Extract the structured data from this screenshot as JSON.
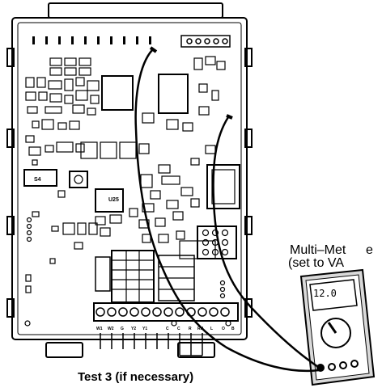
{
  "labels": {
    "multimeter_name": "Multi–Met",
    "multimeter_setting": "(set to VA",
    "multimeter_extra": "e",
    "caption": "Test 3 (if necessary)",
    "switch_label": "S4",
    "chip_label": "U25",
    "meter_display": "12.0"
  },
  "terminals": [
    "W1",
    "W2",
    "G",
    "Y2",
    "Y1",
    "",
    "C",
    "C",
    "R",
    "RH",
    "L",
    "O",
    "B"
  ],
  "colors": {
    "line": "#000000",
    "background": "#ffffff",
    "meter_body": "#d9d9d9"
  }
}
